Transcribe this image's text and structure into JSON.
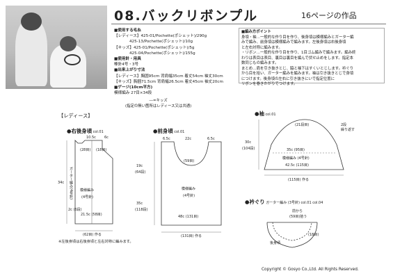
{
  "header": {
    "title": "08.バックリボンプル",
    "page_ref": "16ページの作品"
  },
  "materials": {
    "yarn_heading": "■使用する毛糸",
    "yarn_lines": [
      "【レディース】425-01/Pochette(ポシェット)/290g",
      "425-13/Pochette(ポシェット)/10g",
      "【キッズ】425-01/Pochette(ポシェット)/5g",
      "425-04/Pochette(ポシェット)/155g"
    ],
    "needle_heading": "■使用針・用具",
    "needle_line": "棒針4号・3号",
    "size_heading": "■出来上がり寸法",
    "size_lines": [
      "【レディース】胸囲95cm 背肩幅35cm 着丈54cm 袖丈30cm",
      "【キッズ】胸囲71.5cm 背肩幅26.5cm 着丈45cm 袖丈20cm"
    ],
    "gauge_heading": "■ゲージ(10cm平方)",
    "gauge_line": "模様編み 27目×34段"
  },
  "points": {
    "heading": "■編み方ポイント",
    "lines": [
      "身頃・袖…一般的な作り目を作り、後身頃は模様編みとガーター編",
      "みで編み、前身頃は模様編みで編みます。左後身頃は右後身頃",
      "と左右対称に編みます。",
      "・リボン…一般的な作り目を作り、1目ゴム編みで編みます。編み終",
      "わりは表目は表目、裏目は裏目を編んで伏せ止めをします。指定本",
      "数同じもの編みます。",
      "まとめ…肩を引き抜きとじ、脇と袖下はすくいとじします。衿ぐり",
      "から目を拾い、ガーター編みを編みます。袖は引き抜きとじで身頃",
      "につけます。後身頃の左右に引き抜きにいで指定位置に",
      "リボンを巻きかがりでつけます。"
    ]
  },
  "legend": {
    "line1": "―=キッズ",
    "line2": "(指定の無い箇所はレディース又は共通)"
  },
  "section": {
    "title": "【レディース】"
  },
  "pieces": {
    "back": {
      "name": "●右後身頃",
      "color": "col.01",
      "pattern": "模様編み",
      "needle": "(4号針)",
      "side_note": "ガーター編み(4号針)",
      "bottom": "(62目) 作る",
      "w1": "10.5c",
      "w2": "6c",
      "w3": "21.5c (58目)",
      "h1": "34c",
      "h2": "2c (6段)",
      "c1": "(28目)",
      "c2": "(18目)"
    },
    "front": {
      "name": "●前身頃",
      "color": "col.01",
      "pattern": "模様編み",
      "needle": "(4号針)",
      "bottom": "(131目) 作る",
      "w_top": "22c",
      "w_mid": "(59目)",
      "w_side1": "6.5c",
      "w_side2": "6.5c",
      "w_bottom": "48c (131目)",
      "h_side": "19c",
      "h_side2": "(64段)",
      "h_body": "35c",
      "h_body2": "(118段)"
    },
    "sleeve": {
      "name": "●袖",
      "color": "col.01",
      "pattern": "模様編み (4号針)",
      "top": "(21段目)",
      "w1": "35c (95目)",
      "w2": "42.5c (115目)",
      "bottom": "(115目) 作る",
      "h": "30c",
      "h2": "(104段)",
      "r": "2段",
      "r2": "繰り返す"
    },
    "collar": {
      "name": "●衿ぐり",
      "desc": "ガーター編み (3号針)",
      "color": "col.01",
      "code": "col.04",
      "front_label": "前から",
      "front_count": "(59目)拾う",
      "back_label": "後身頃",
      "stitches": "(18目)"
    }
  },
  "note": {
    "text": "※左後身頃は右後身頃と左右対称に編みます。"
  },
  "footer": {
    "copyright": "Copyright © Gosyo Co.,Ltd. All Rights Reserved."
  }
}
